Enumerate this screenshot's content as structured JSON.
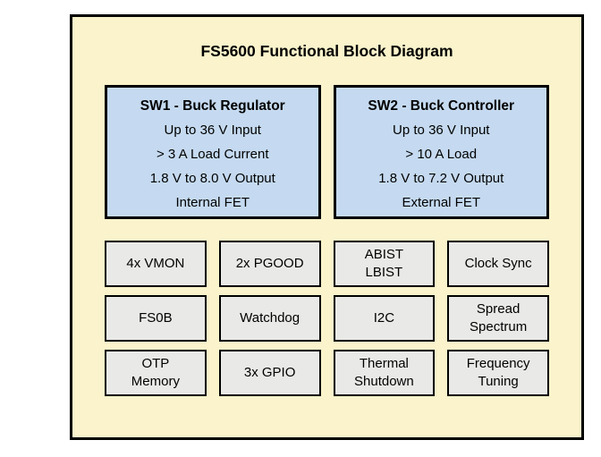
{
  "diagram": {
    "title": "FS5600 Functional Block Diagram",
    "colors": {
      "background": "#FAF3CB",
      "regulator_fill": "#C5DAF0",
      "block_fill": "#E9E9E7",
      "border": "#000000"
    },
    "regulators": [
      {
        "name": "SW1 - Buck Regulator",
        "lines": [
          "Up to 36 V Input",
          "> 3 A Load Current",
          "1.8 V to 8.0 V Output",
          "Internal FET"
        ]
      },
      {
        "name": "SW2 - Buck Controller",
        "lines": [
          "Up to 36 V Input",
          "> 10 A Load",
          "1.8 V to 7.2 V Output",
          "External FET"
        ]
      }
    ],
    "blocks": [
      "4x VMON",
      "2x PGOOD",
      "ABIST\nLBIST",
      "Clock Sync",
      "FS0B",
      "Watchdog",
      "I2C",
      "Spread\nSpectrum",
      "OTP\nMemory",
      "3x GPIO",
      "Thermal\nShutdown",
      "Frequency\nTuning"
    ]
  }
}
